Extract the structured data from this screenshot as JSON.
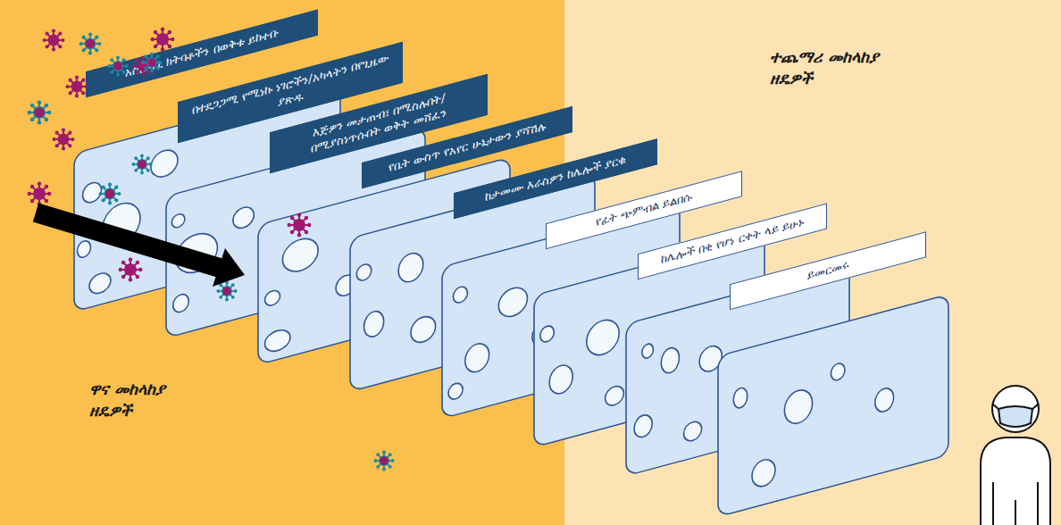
{
  "diagram": {
    "nodes": [
      {
        "text": [
          "አስፈላጊ ክትባቶችን በወቅቱ ይከተቡ"
        ]
      },
      {
        "text": [
          "በተደጋጋሚ የሚነኩ ነገሮችን/አካላትን በየጊዜው ያጽዱ"
        ]
      },
      {
        "text": [
          "እጅዎን መታጠብ፣ በሚስሉበት/በሚያስነጥሱበት ወቅት መሸፈን"
        ]
      },
      {
        "text": [
          "የቤት ውስጥ የአየር ሁኔታውን ያሻሽሉ"
        ]
      },
      {
        "text": [
          "ከታመሙ እራስዎን ከሌሎች ያርቁ"
        ]
      },
      {
        "text": [
          "የፊት ጭምብል ይልበሱ"
        ]
      },
      {
        "text": [
          "ከሌሎች በቂ የሆነ ርቀት ላይ ይሁኑ"
        ]
      },
      {
        "text": [
          "ይመርመሩ"
        ]
      }
    ],
    "labels": [
      "ዋና መከላከያ ዘዴዎች",
      "ተጨማሪ መከላከያ ዘዴዎች"
    ]
  }
}
